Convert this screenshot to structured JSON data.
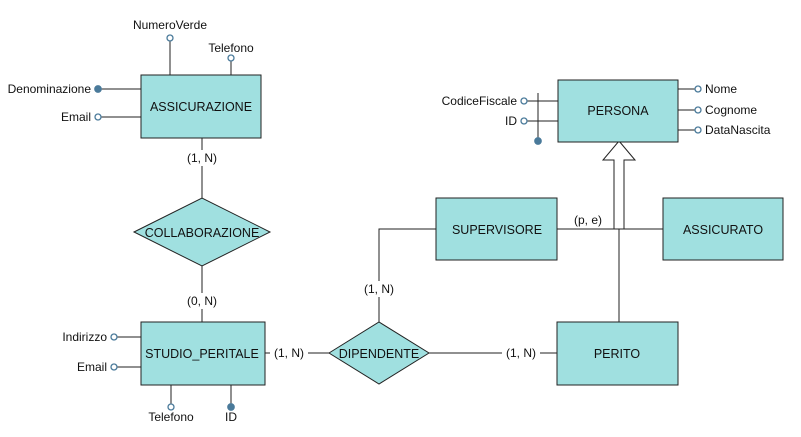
{
  "entities": {
    "assicurazione": "ASSICURAZIONE",
    "persona": "PERSONA",
    "supervisore": "SUPERVISORE",
    "assicurato": "ASSICURATO",
    "studio_peritale": "STUDIO_PERITALE",
    "perito": "PERITO"
  },
  "relationships": {
    "collaborazione": "COLLABORAZIONE",
    "dipendente": "DIPENDENTE"
  },
  "attributes": {
    "assicurazione": {
      "numero_verde": "NumeroVerde",
      "telefono": "Telefono",
      "denominazione": "Denominazione",
      "email": "Email"
    },
    "persona": {
      "codice_fiscale": "CodiceFiscale",
      "id": "ID",
      "nome": "Nome",
      "cognome": "Cognome",
      "data_nascita": "DataNascita"
    },
    "studio_peritale": {
      "indirizzo": "Indirizzo",
      "email": "Email",
      "telefono": "Telefono",
      "id": "ID"
    }
  },
  "cardinalities": {
    "assicurazione_collaborazione": "(1, N)",
    "studio_collaborazione": "(0, N)",
    "studio_dipendente": "(1, N)",
    "supervisore_dipendente": "(1, N)",
    "perito_dipendente": "(1, N)",
    "generalization": "(p, e)"
  },
  "colors": {
    "fill": "#a0e0e0",
    "stroke": "#222222",
    "attribute_marker": "#4a7a9a"
  }
}
